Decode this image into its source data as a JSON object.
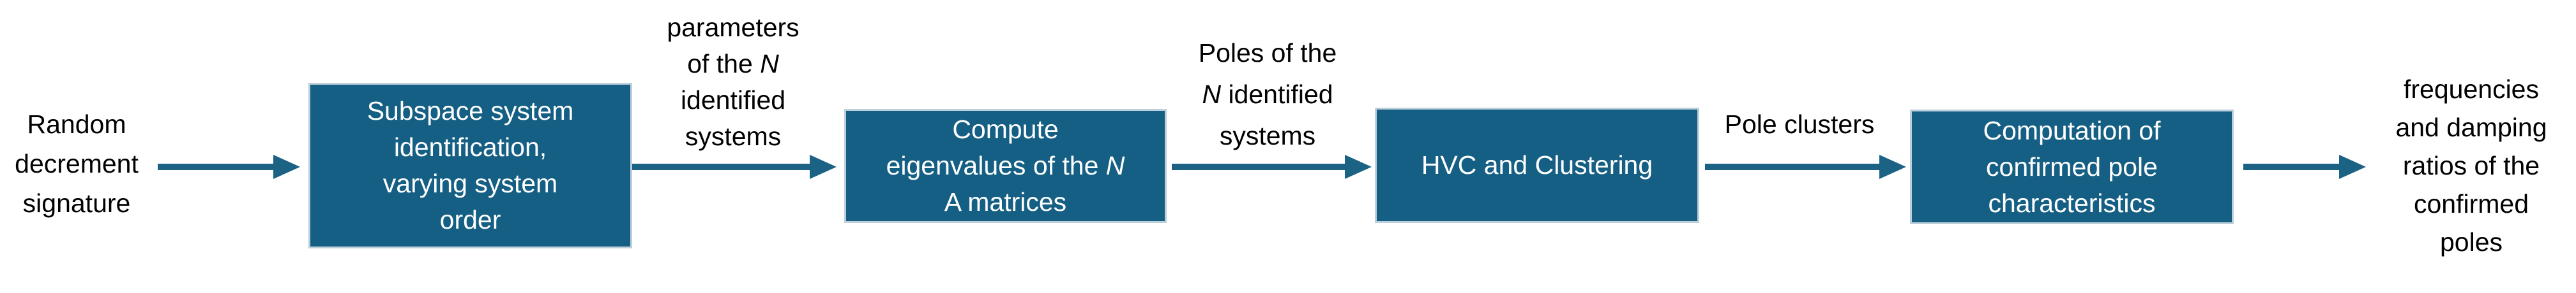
{
  "colors": {
    "box_fill": "#155F84",
    "box_border": "#BCCFDA",
    "arrow": "#1C6285",
    "label_text": "#000000",
    "box_text": "#FFFFFF"
  },
  "input_label": {
    "line1": "Random",
    "line2": "decrement",
    "line3": "signature"
  },
  "boxes": {
    "subspace": {
      "line1": "Subspace system",
      "line2": "identification,",
      "line3": "varying system",
      "line4": "order"
    },
    "eigen": {
      "line1": "Compute",
      "line2_prefix": "eigenvalues of the ",
      "line2_var": "N",
      "line3": "A matrices"
    },
    "hvc": {
      "line1": "HVC and Clustering"
    },
    "computation": {
      "line1": "Computation of",
      "line2": "confirmed pole",
      "line3": "characteristics"
    }
  },
  "edge_labels": {
    "parameters": {
      "line1": "parameters",
      "line2_prefix": "of the ",
      "line2_var": "N",
      "line3": "identified",
      "line4": "systems"
    },
    "poles": {
      "line1": "Poles of the",
      "line2_var": "N",
      "line2_suffix": " identified",
      "line3": "systems"
    },
    "clusters": {
      "line1": "Pole clusters"
    }
  },
  "output_label": {
    "line1": "frequencies",
    "line2": "and damping",
    "line3": "ratios of the",
    "line4": "confirmed",
    "line5": "poles"
  }
}
